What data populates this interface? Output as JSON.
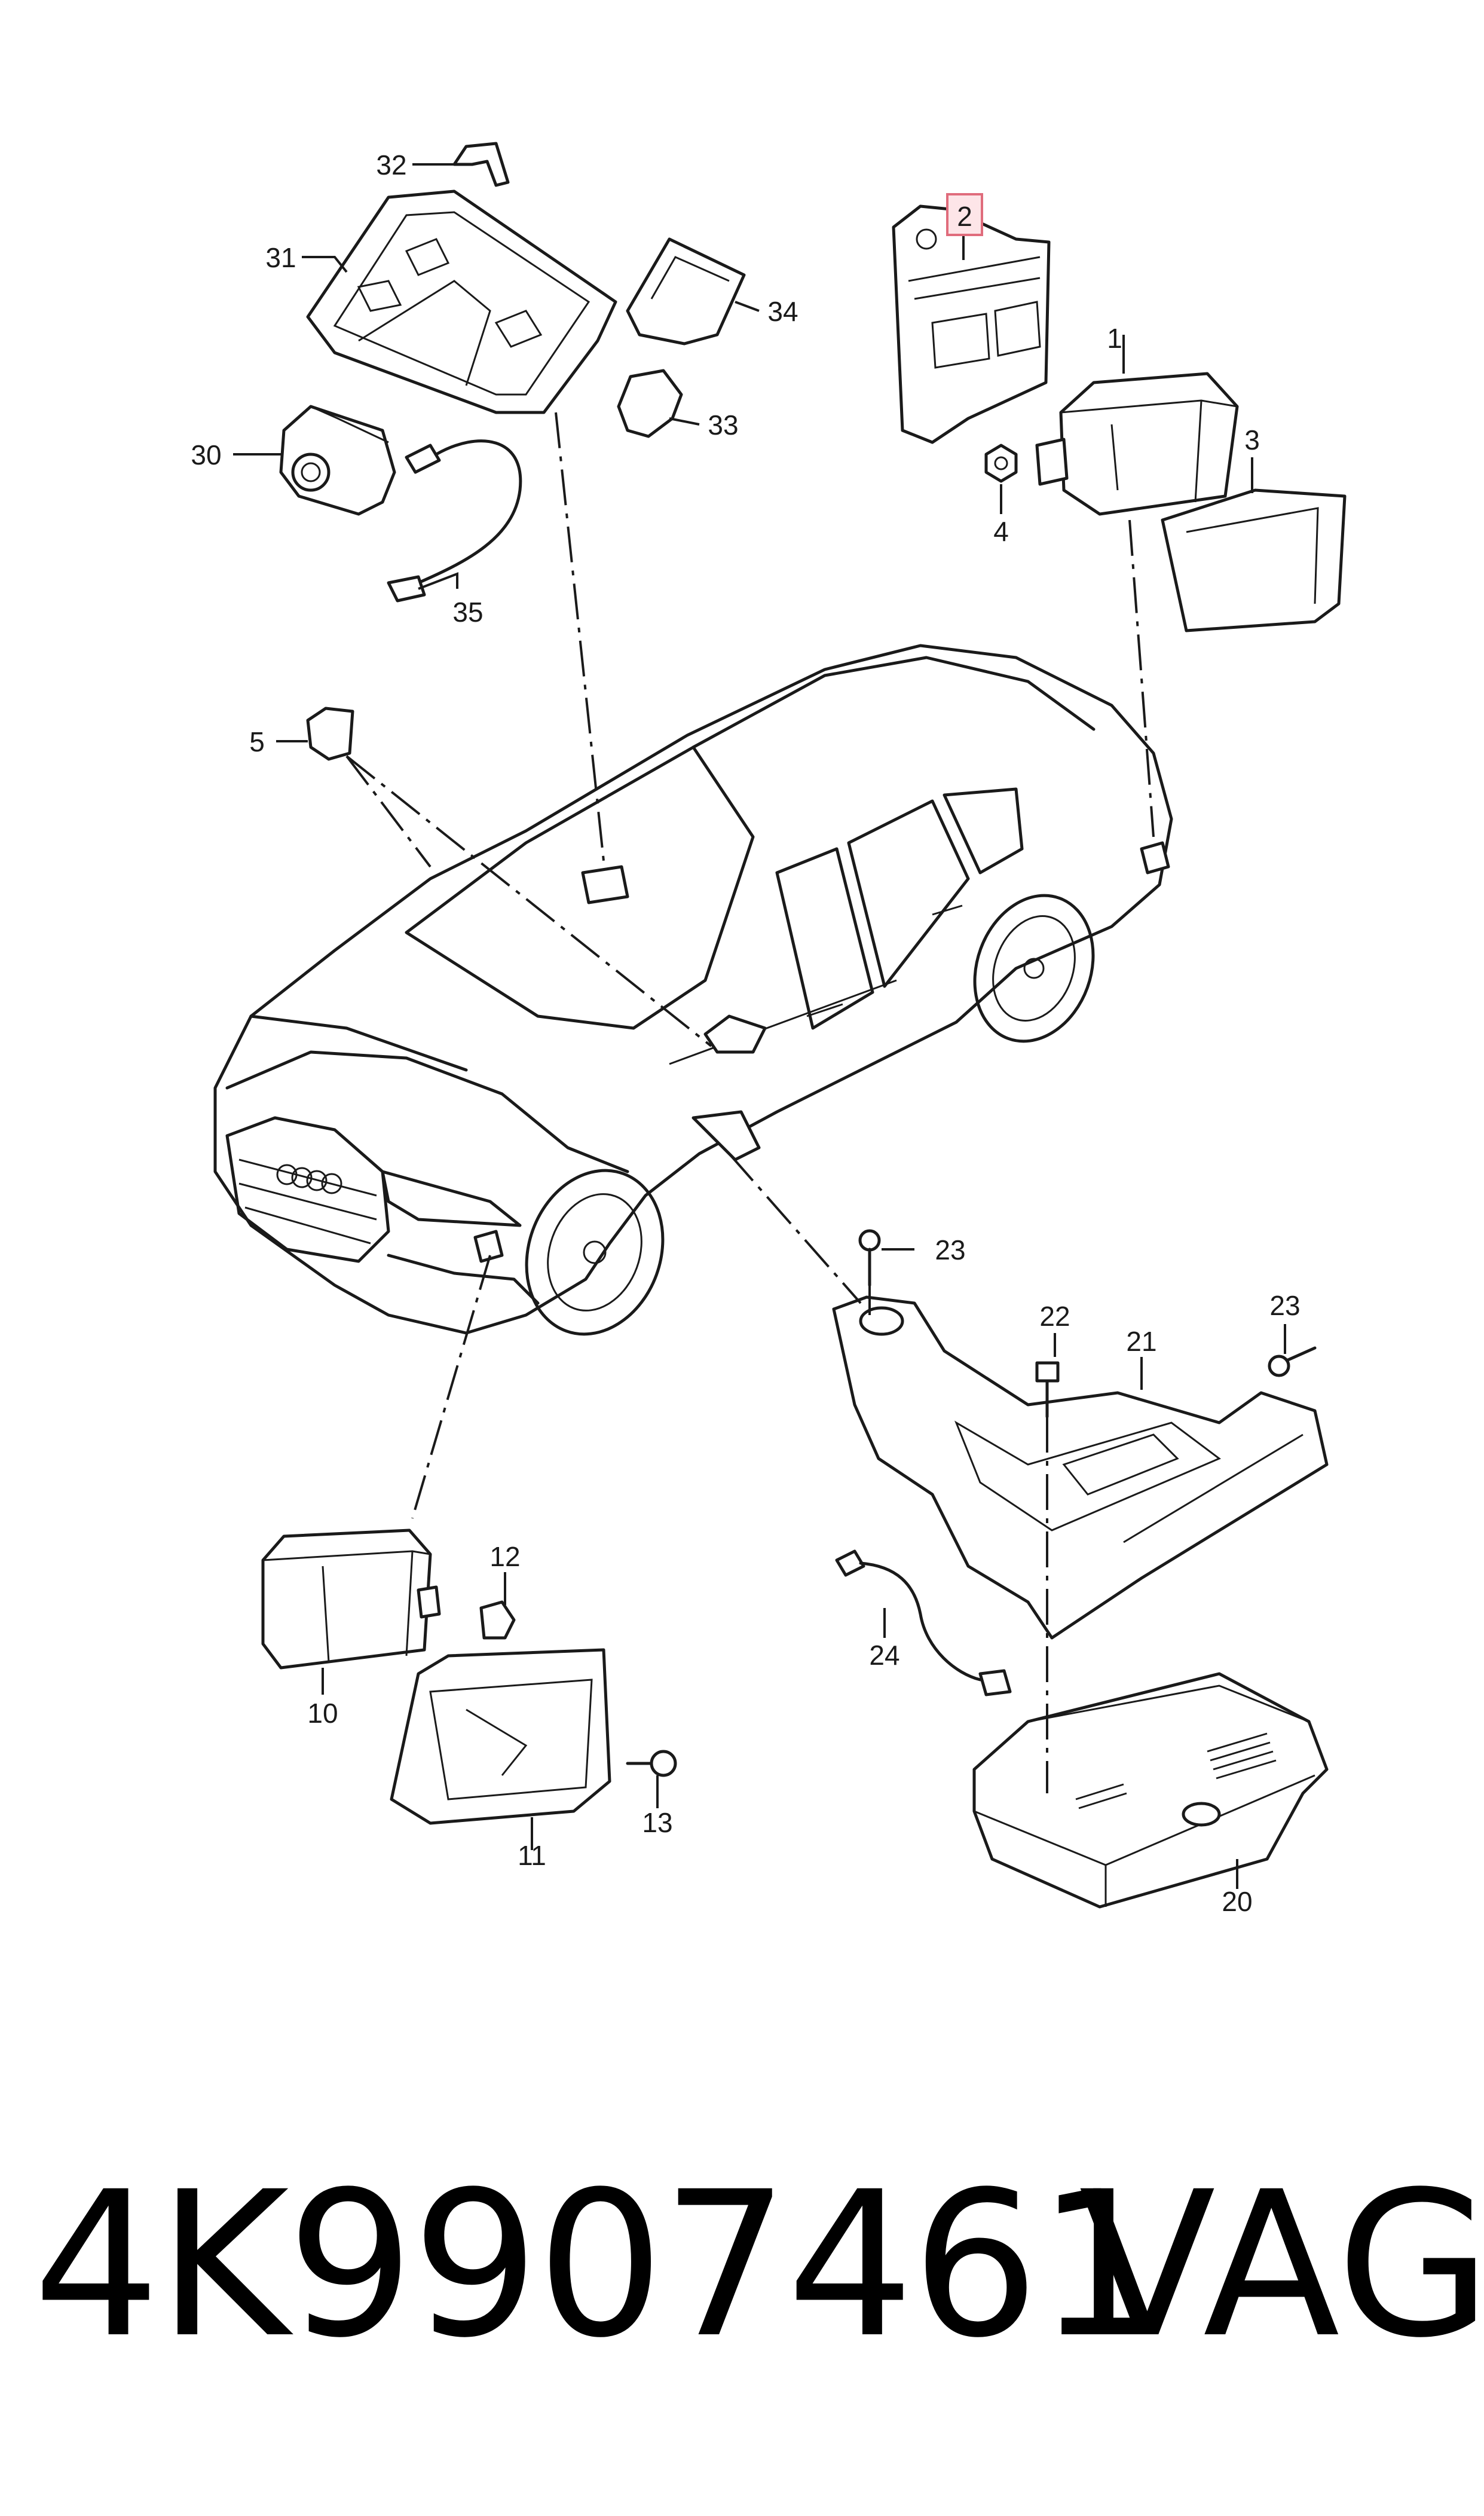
{
  "callouts": [
    "1",
    "2",
    "3",
    "4",
    "5",
    "10",
    "11",
    "12",
    "13",
    "20",
    "21",
    "22",
    "23",
    "23",
    "24",
    "30",
    "31",
    "32",
    "33",
    "34",
    "35"
  ],
  "highlighted_callout": "2",
  "highlight_color": "#e06c7c",
  "footer": {
    "part_number": "4K9907461",
    "brand": "VAG"
  }
}
